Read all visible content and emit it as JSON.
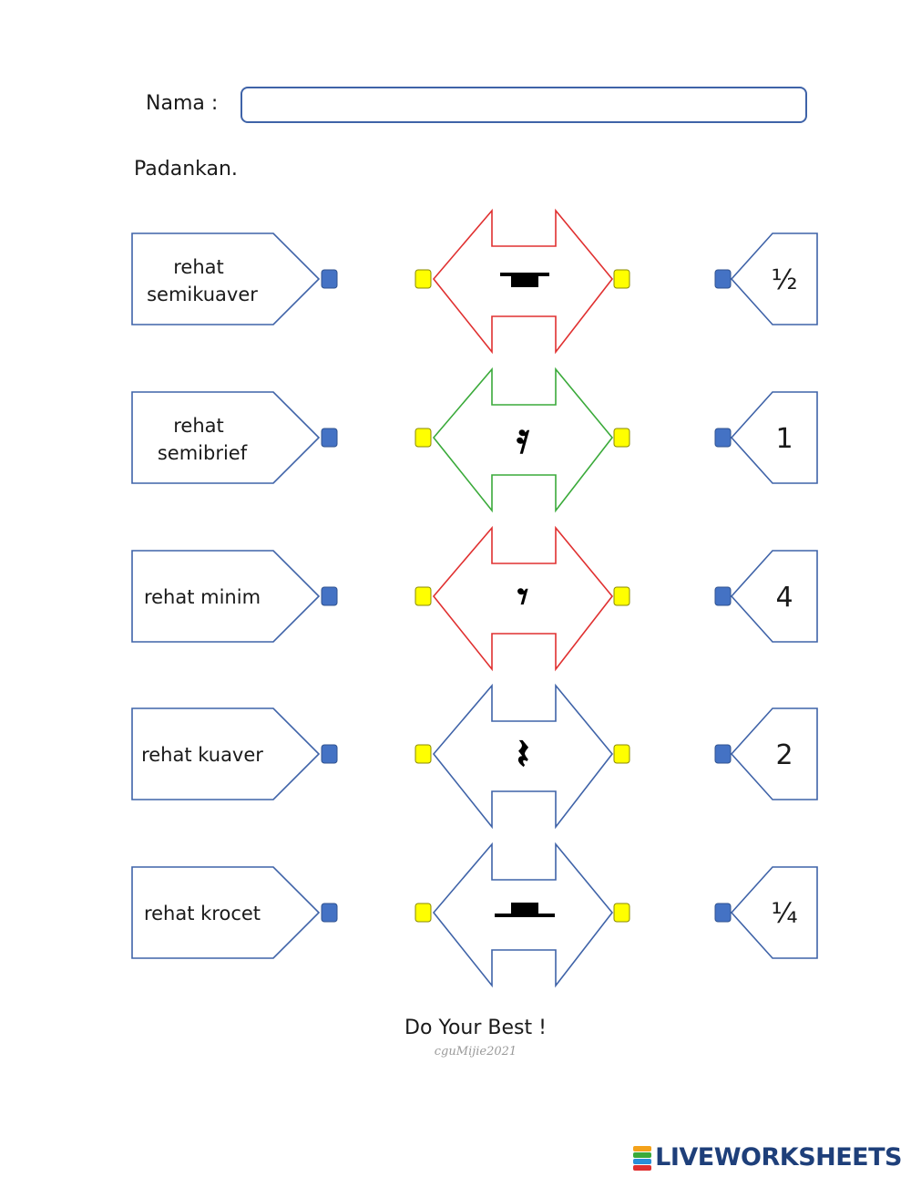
{
  "header": {
    "name_label": "Nama :",
    "name_value": "",
    "instruction": "Padankan."
  },
  "rows": [
    {
      "label_lines": [
        "rehat",
        "semikuaver"
      ],
      "symbol": "▬",
      "symbol_kind": "semibreve-rest",
      "value": "½",
      "arrow_color": "#e03030"
    },
    {
      "label_lines": [
        "rehat",
        "semibrief"
      ],
      "symbol": "𝄿",
      "symbol_kind": "semiquaver-rest",
      "value": "1",
      "arrow_color": "#3aaa3a"
    },
    {
      "label_lines": [
        "rehat  minim"
      ],
      "symbol": "𝄾",
      "symbol_kind": "quaver-rest",
      "value": "4",
      "arrow_color": "#e03030"
    },
    {
      "label_lines": [
        "rehat kuaver"
      ],
      "symbol": "𝄽",
      "symbol_kind": "crotchet-rest",
      "value": "2",
      "arrow_color": "#3f63a8"
    },
    {
      "label_lines": [
        "rehat krocet"
      ],
      "symbol": "▬",
      "symbol_kind": "minim-rest",
      "value": "¼",
      "arrow_color": "#3f63a8"
    }
  ],
  "colors": {
    "box_border": "#3f63a8",
    "blue_dot": "#4472c4",
    "yellow_dot": "#ffff00"
  },
  "footer": {
    "message": "Do Your Best !",
    "credit": "cguMijie2021"
  },
  "brand": {
    "text": "LIVEWORKSHEETS",
    "logo_letters": "LIVE"
  }
}
